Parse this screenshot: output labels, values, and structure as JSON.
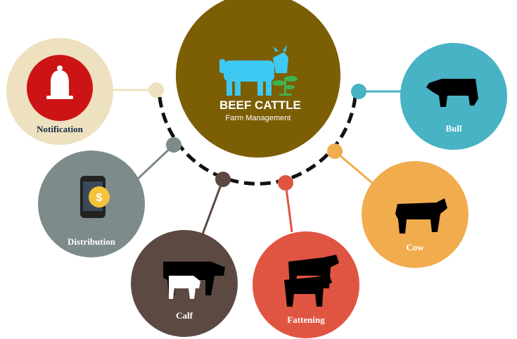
{
  "hub": {
    "title": "BEEF CATTLE",
    "subtitle": "Farm Management",
    "color": "#7c5e05",
    "cow_icon_color": "#3ec9f2",
    "sprout_icon_color": "#3fb34f"
  },
  "nodes": [
    {
      "id": "notification",
      "label": "Notification",
      "color": "#ede1bf",
      "dot": "#ede1bf",
      "label_color": "#1b2a4a",
      "icon": "bell-icon"
    },
    {
      "id": "distribution",
      "label": "Distribution",
      "color": "#7d8b8b",
      "dot": "#7d8b8b",
      "label_color": "#ffffff",
      "icon": "phone-dollar-icon"
    },
    {
      "id": "calf",
      "label": "Calf",
      "color": "#5c4a42",
      "dot": "#5c4a42",
      "label_color": "#ffffff",
      "icon": "calf-icon"
    },
    {
      "id": "fattening",
      "label": "Fattening",
      "color": "#e05542",
      "dot": "#e05542",
      "label_color": "#ffffff",
      "icon": "two-cows-icon"
    },
    {
      "id": "cow",
      "label": "Cow",
      "color": "#f0ac4d",
      "dot": "#f0ac4d",
      "label_color": "#ffffff",
      "icon": "cow-icon"
    },
    {
      "id": "bull",
      "label": "Bull",
      "color": "#47b3c4",
      "dot": "#47b3c4",
      "label_color": "#ffffff",
      "icon": "bull-icon"
    }
  ]
}
